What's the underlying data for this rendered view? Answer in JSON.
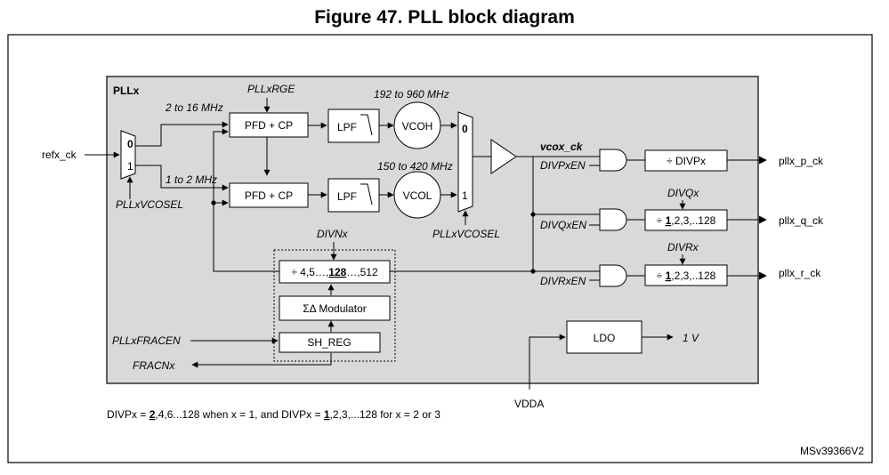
{
  "title": "Figure 47. PLL block diagram",
  "block_label": "PLLx",
  "inputs": {
    "refx_ck": "refx_ck",
    "pllxrge": "PLLxRGE",
    "pllxvcosel_in": "PLLxVCOSEL",
    "pllxvcosel_out": "PLLxVCOSEL",
    "pllxfracen": "PLLxFRACEN",
    "fracnx": "FRACNx",
    "vdda": "VDDA",
    "divnx": "DIVNx",
    "divqx": "DIVQx",
    "divrx": "DIVRx"
  },
  "ranges": {
    "range_high": "2 to 16 MHz",
    "range_low": "1 to 2 MHz",
    "vcoh_range": "192 to 960 MHz",
    "vcol_range": "150 to 420 MHz"
  },
  "mux": {
    "zero": "0",
    "one": "1"
  },
  "blocks": {
    "pfd_cp": "PFD + CP",
    "lpf": "LPF",
    "vcoh": "VCOH",
    "vcol": "VCOL",
    "divn_prefix": "÷ 4,5…,",
    "divn_bold": "128",
    "divn_suffix": "…,512",
    "sigma_delta": "ΣΔ Modulator",
    "sh_reg": "SH_REG",
    "ldo": "LDO",
    "divp": "÷ DIVPx",
    "div_q_prefix": "÷ ",
    "div_q_bold": "1",
    "div_q_suffix": ",2,3,..128",
    "div_r_prefix": "÷ ",
    "div_r_bold": "1",
    "div_r_suffix": ",2,3,..128"
  },
  "signals": {
    "vcox_ck": "vcox_ck",
    "divpxen": "DIVPxEN",
    "divqxen": "DIVQxEN",
    "divrxen": "DIVRxEN",
    "one_v": "1 V"
  },
  "outputs": {
    "pllx_p_ck": "pllx_p_ck",
    "pllx_q_ck": "pllx_q_ck",
    "pllx_r_ck": "pllx_r_ck"
  },
  "footnote": {
    "p1": "DIVPx = ",
    "b1": "2",
    "p2": ",4,6...128 when x = 1, and DIVPx = ",
    "b2": "1",
    "p3": ",2,3,...128 for x = 2 or 3"
  },
  "doc_id": "MSv39366V2"
}
